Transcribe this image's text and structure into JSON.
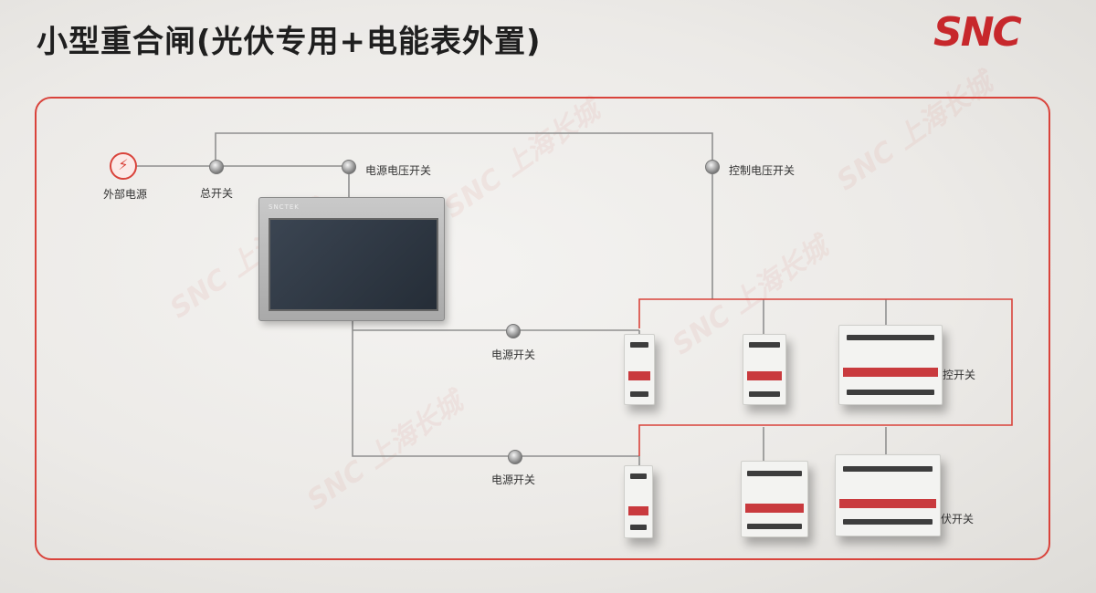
{
  "title": "小型重合闸(光伏专用+电能表外置)",
  "logo": "SNC",
  "hmi_brand": "SNCTEK",
  "labels": {
    "external_power": "外部电源",
    "main_switch": "总开关",
    "power_voltage_switch": "电源电压开关",
    "control_voltage_switch": "控制电压开关",
    "power_switch_1": "电源开关",
    "power_switch_2": "电源开关",
    "control_switch": "控开关",
    "pv_switch": "伏开关"
  },
  "icons": {
    "external_power": "lightning-bolt-icon",
    "knob": "rotary-switch-icon"
  },
  "colors": {
    "accent": "#d9433b",
    "wire": "#8f8f8f",
    "title": "#1f1f1f",
    "logo": "#c7282c"
  }
}
